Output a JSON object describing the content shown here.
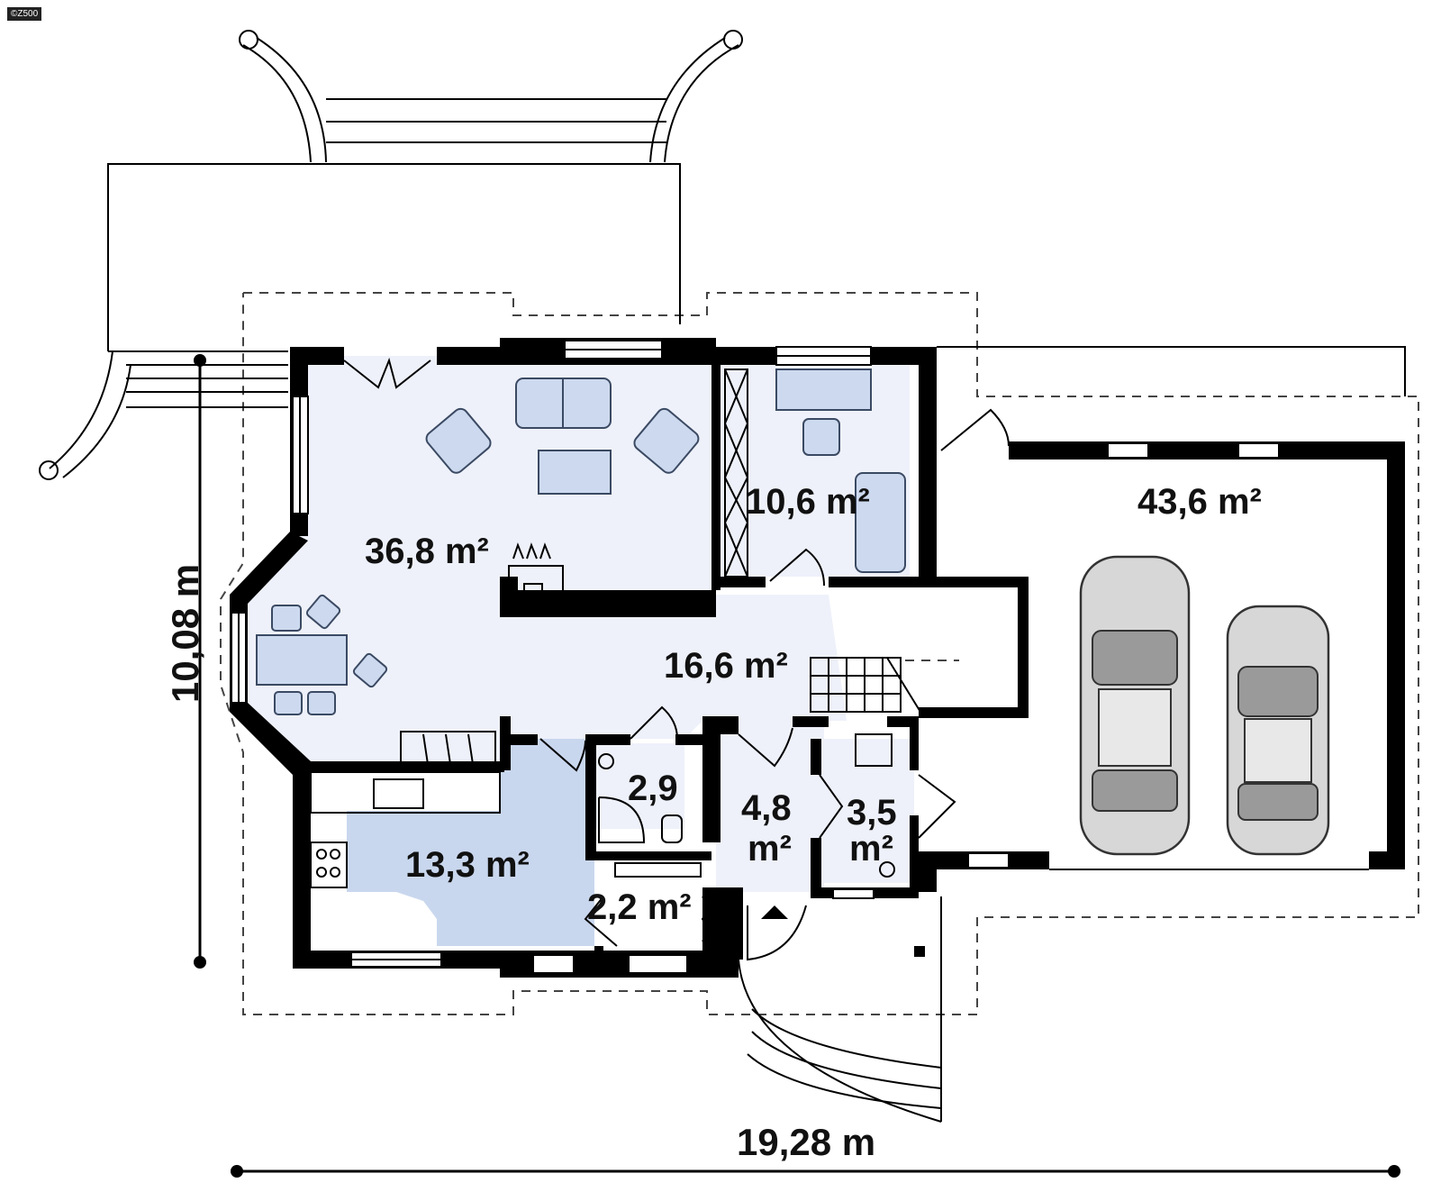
{
  "watermark": "©Z500",
  "dimensions": {
    "height_label": "10,08 m",
    "width_label": "19,28 m"
  },
  "rooms": {
    "living": "36,8 m²",
    "office": "10,6 m²",
    "garage": "43,6 m²",
    "hall": "16,6 m²",
    "kitchen": "13,3 m²",
    "wc": "2,9",
    "vestibule_line1": "4,8",
    "vestibule_line2": "m²",
    "utility_line1": "3,5",
    "utility_line2": "m²",
    "closet": "2,2 m²"
  },
  "colors": {
    "living_fill": "#eef1fa",
    "kitchen_fill": "#c9d7ee",
    "wall": "#000000",
    "furniture": "#cdd9ee"
  }
}
